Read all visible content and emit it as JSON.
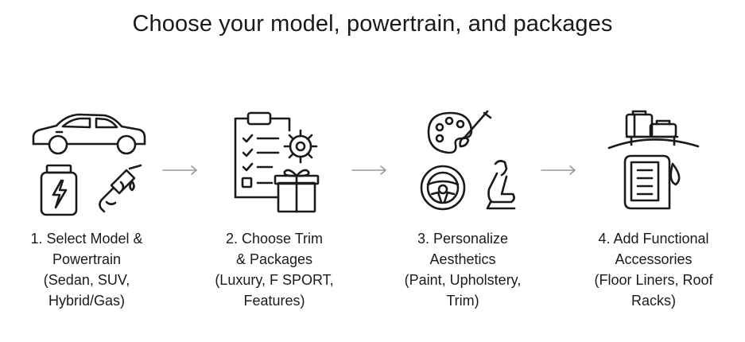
{
  "title": "Choose your model, powertrain, and packages",
  "steps": [
    {
      "label_lines": [
        "1. Select Model &",
        "Powertrain",
        "(Sedan, SUV,",
        "Hybrid/Gas)"
      ],
      "icons": [
        "car-icon",
        "battery-charge-icon",
        "fuel-nozzle-icon"
      ]
    },
    {
      "label_lines": [
        "2. Choose Trim",
        "& Packages",
        "(Luxury, F SPORT,",
        "Features)"
      ],
      "icons": [
        "clipboard-checklist-icon",
        "gear-icon",
        "gift-box-icon"
      ]
    },
    {
      "label_lines": [
        "3. Personalize",
        "Aesthetics",
        "(Paint, Upholstery,",
        "Trim)"
      ],
      "icons": [
        "paint-palette-icon",
        "steering-wheel-icon",
        "car-seat-icon"
      ]
    },
    {
      "label_lines": [
        "4. Add Functional",
        "Accessories",
        "(Floor Liners, Roof",
        "Racks)"
      ],
      "icons": [
        "roof-rack-luggage-icon",
        "floor-mat-icon"
      ]
    }
  ],
  "colors": {
    "ink": "#1a1a1a",
    "arrow": "#9a9a9a"
  }
}
